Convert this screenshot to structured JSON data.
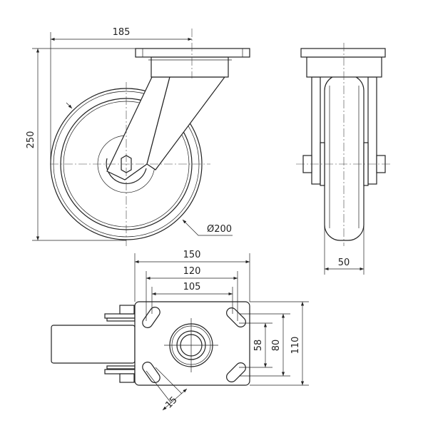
{
  "title": "Swivel castor technical drawing",
  "front_view": {
    "width_dim": "185",
    "height_dim": "250",
    "wheel_diameter": "Ø200"
  },
  "side_view": {
    "wheel_width_dim": "50"
  },
  "top_view": {
    "plate_length_dim": "150",
    "hole_spacing_outer_dim": "120",
    "hole_spacing_inner_dim": "105",
    "hole_spacing_width_inner_dim": "58",
    "hole_spacing_width_outer_dim": "80",
    "plate_width_dim": "110",
    "slot_width_dim": "15"
  }
}
